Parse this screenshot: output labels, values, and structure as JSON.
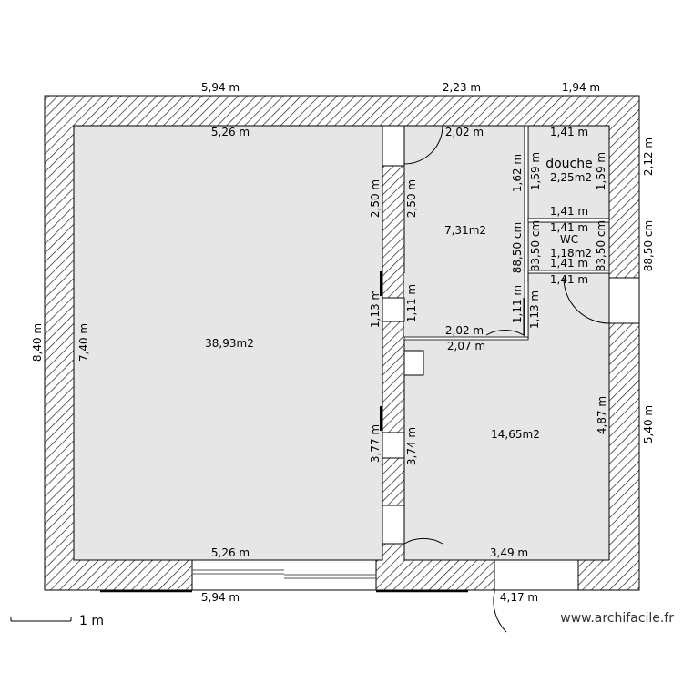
{
  "outer_dimensions": {
    "top": [
      "5,94 m",
      "2,23 m",
      "1,94 m"
    ],
    "bottom": [
      "5,94 m",
      "4,17 m"
    ],
    "left": "8,40 m",
    "right_top": "2,12 m",
    "right_middle": "88,50 cm",
    "right_bottom": "5,40 m"
  },
  "rooms": {
    "living": {
      "area": "38,93m2",
      "width_top": "5,26 m",
      "width_bottom": "5,26 m",
      "height": "7,40 m"
    },
    "room_7": {
      "area": "7,31m2",
      "width_top": "2,02 m",
      "width_bottom": "2,02 m",
      "height_left": "2,50 m",
      "height_right": "1,62 m",
      "right_lower": "88,50 cm",
      "right_lower2": "1,11 m",
      "left_lower": "1,11 m"
    },
    "shower": {
      "name": "douche",
      "area": "2,25m2",
      "width_top": "1,41 m",
      "width_bottom": "1,41 m",
      "height_left": "1,59 m",
      "height_right": "1,59 m"
    },
    "wc": {
      "name": "WC",
      "area": "1,18m2",
      "width_top": "1,41 m",
      "width_bottom": "1,41 m",
      "height_left": "83,50 cm",
      "height_right": "83,50 cm"
    },
    "room_14": {
      "area": "14,65m2",
      "width_top": "2,07 m",
      "width_top_right": "1,41 m",
      "width_bottom": "3,49 m",
      "height_right": "4,87 m",
      "height_left_upper": "1,13 m",
      "height_left_lower": "3,74 m"
    }
  },
  "wall_dimensions": {
    "partition_upper": "2,50 m",
    "partition_mid": "1,13 m",
    "partition_lower": "3,77 m"
  },
  "scale_label": "1 m",
  "watermark": "www.archifacile.fr"
}
